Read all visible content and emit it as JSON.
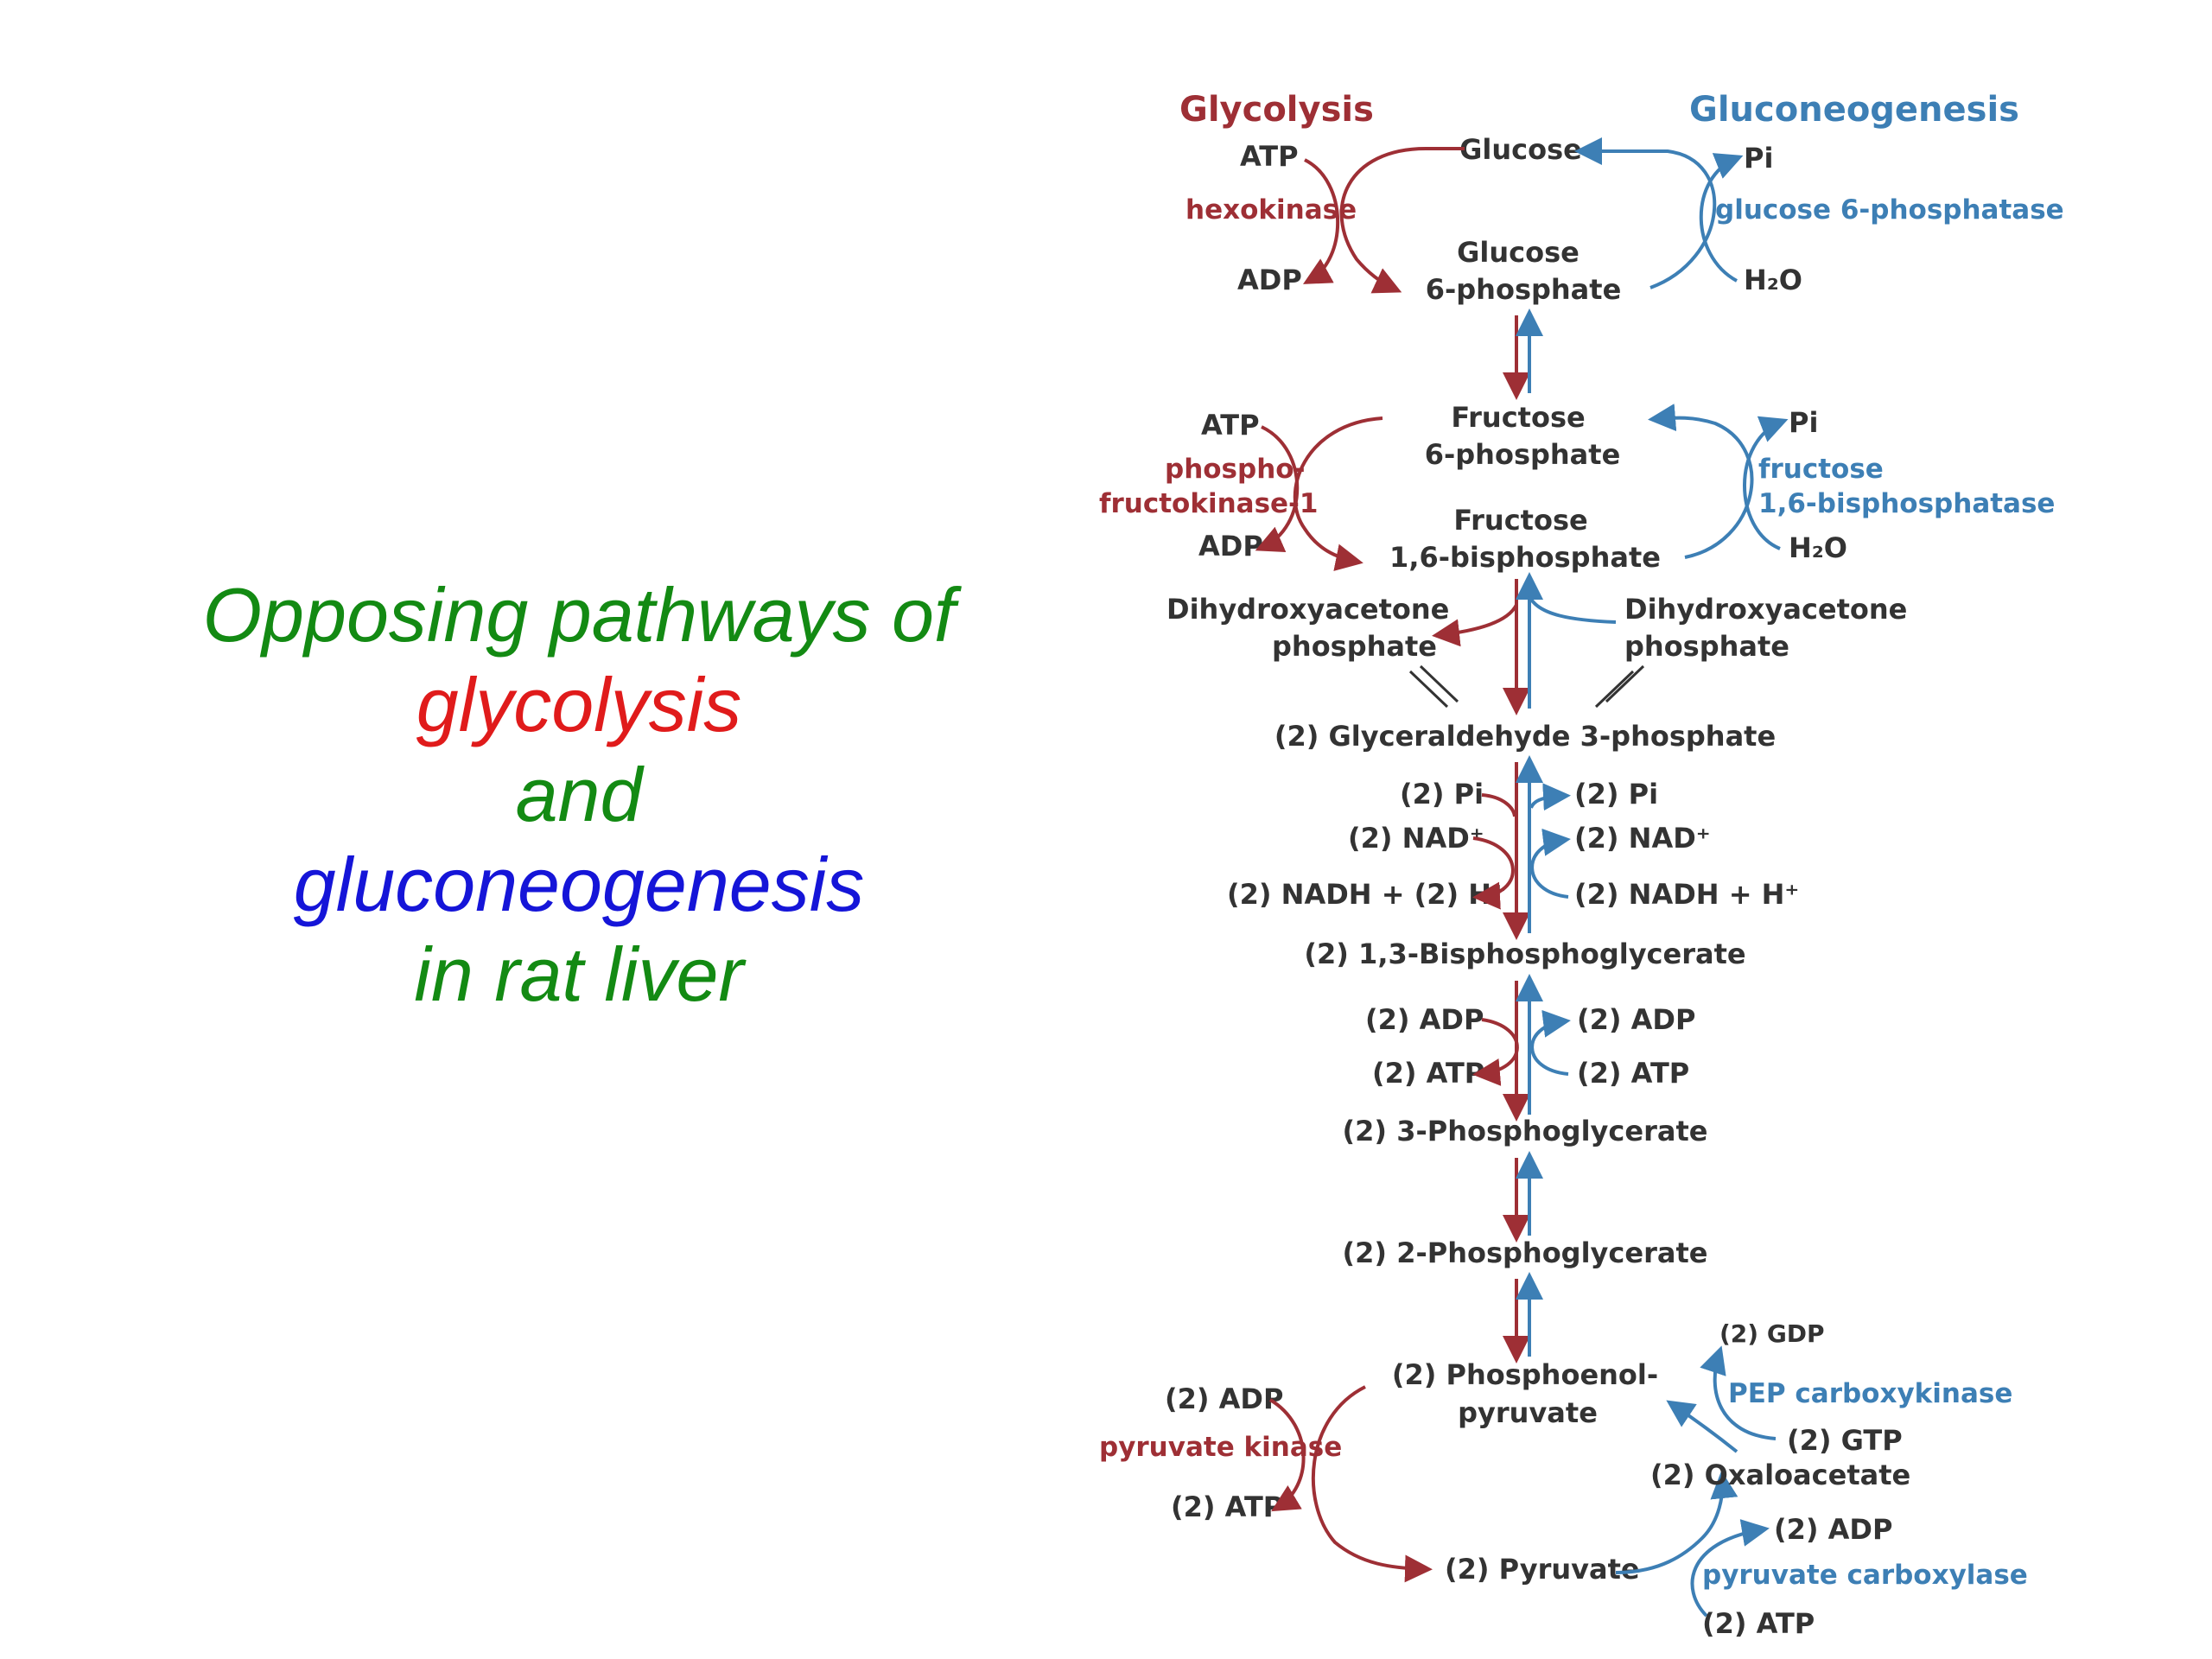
{
  "title": {
    "line1": "Opposing pathways of",
    "line2": "glycolysis",
    "line3": "and",
    "line4": "gluconeogenesis",
    "line5": "in rat liver"
  },
  "colors": {
    "title_green": "#138a13",
    "title_red": "#e01b1b",
    "title_blue": "#1515d8",
    "glycolysis_red": "#9e2f35",
    "gluconeogenesis_blue": "#3d7fb5",
    "text_dark": "#333333"
  },
  "headers": {
    "glycolysis": "Glycolysis",
    "gluconeogenesis": "Gluconeogenesis"
  },
  "metabolites": {
    "glucose": "Glucose",
    "g6p_1": "Glucose",
    "g6p_2": "6-phosphate",
    "f6p_1": "Fructose",
    "f6p_2": "6-phosphate",
    "f16bp_1": "Fructose",
    "f16bp_2": "1,6-bisphosphate",
    "dhap_left_1": "Dihydroxyacetone",
    "dhap_left_2": "phosphate",
    "dhap_right_1": "Dihydroxyacetone",
    "dhap_right_2": "phosphate",
    "g3p": "(2) Glyceraldehyde 3-phosphate",
    "bpg": "(2) 1,3-Bisphosphoglycerate",
    "pg3": "(2) 3-Phosphoglycerate",
    "pg2": "(2) 2-Phosphoglycerate",
    "pep_1": "(2) Phosphoenol-",
    "pep_2": "pyruvate",
    "oaa": "(2) Oxaloacetate",
    "pyruvate": "(2) Pyruvate"
  },
  "cofactors": {
    "hk_atp": "ATP",
    "hk_adp": "ADP",
    "g6pase_pi": "Pi",
    "g6pase_h2o": "H₂O",
    "pfk_atp": "ATP",
    "pfk_adp": "ADP",
    "fbp_pi": "Pi",
    "fbp_h2o": "H₂O",
    "gapdh_pi_left": "(2) Pi",
    "gapdh_nad_left": "(2) NAD⁺",
    "gapdh_nadh_left": "(2) NADH + (2) H⁺",
    "gapdh_pi_right": "(2) Pi",
    "gapdh_nad_right": "(2) NAD⁺",
    "gapdh_nadh_right": "(2) NADH + H⁺",
    "pgk_adp_left": "(2) ADP",
    "pgk_atp_left": "(2) ATP",
    "pgk_adp_right": "(2) ADP",
    "pgk_atp_right": "(2) ATP",
    "pk_adp": "(2) ADP",
    "pk_atp": "(2) ATP",
    "pepck_gdp": "(2) GDP",
    "pepck_gtp": "(2) GTP",
    "pc_adp": "(2) ADP",
    "pc_atp": "(2) ATP"
  },
  "enzymes": {
    "hexokinase": "hexokinase",
    "g6pase": "glucose 6-phosphatase",
    "pfk_1": "phospho-",
    "pfk_2": "fructokinase-1",
    "fbpase_1": "fructose",
    "fbpase_2": "1,6-bisphosphatase",
    "pyruvate_kinase": "pyruvate kinase",
    "pepck": "PEP carboxykinase",
    "pyruvate_carboxylase": "pyruvate carboxylase"
  }
}
